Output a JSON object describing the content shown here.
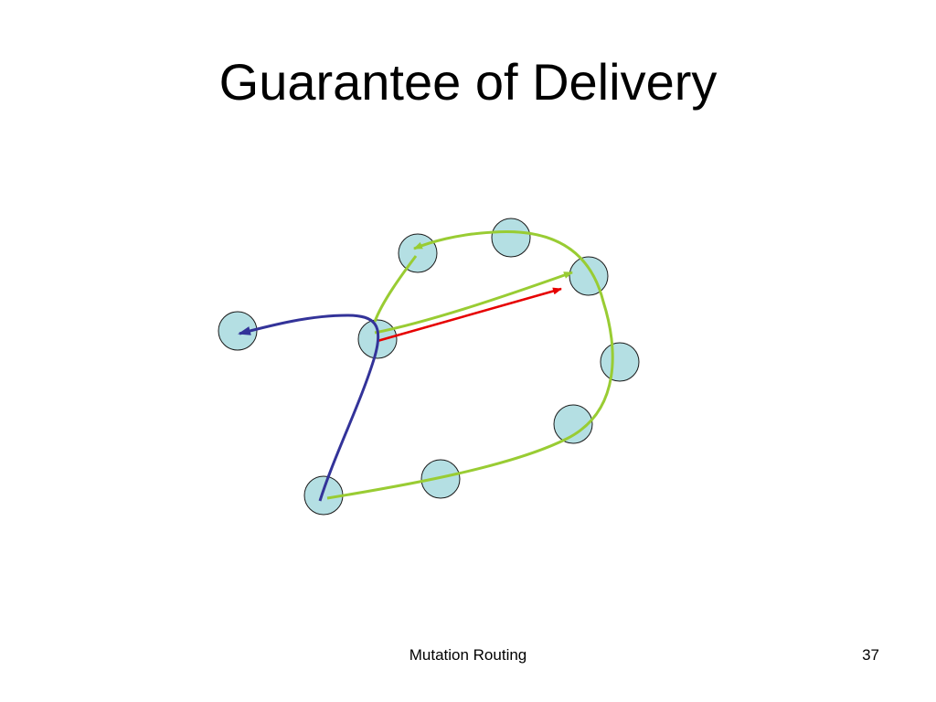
{
  "slide": {
    "title": "Guarantee of Delivery",
    "footer_text": "Mutation Routing",
    "page_number": "37"
  },
  "colors": {
    "node_fill": "#b4dfe3",
    "node_stroke": "#1a1a1a",
    "face_route": "#99cc33",
    "greedy_route": "#333399",
    "direct_link": "#e60000"
  }
}
